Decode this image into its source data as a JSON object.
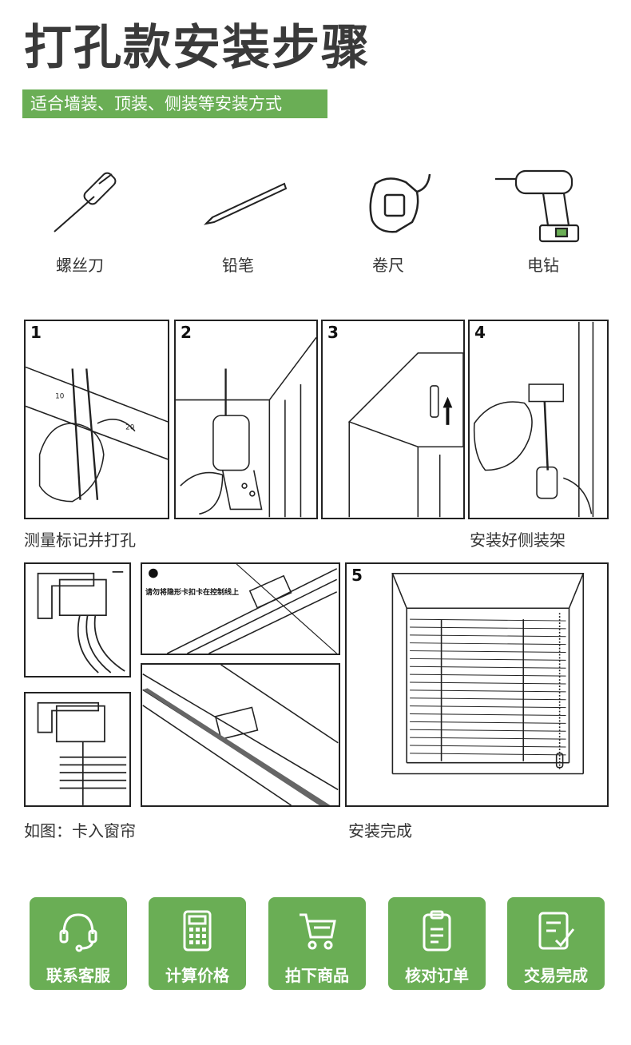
{
  "header": {
    "title": "打孔款安装步骤",
    "subtitle": "适合墙装、顶装、侧装等安装方式"
  },
  "tools": [
    {
      "label": "螺丝刀",
      "icon": "screwdriver-icon"
    },
    {
      "label": "铅笔",
      "icon": "pencil-icon"
    },
    {
      "label": "卷尺",
      "icon": "tape-measure-icon"
    },
    {
      "label": "电钻",
      "icon": "power-drill-icon"
    }
  ],
  "steps": {
    "s1": "1",
    "s2": "2",
    "s3": "3",
    "s4": "4",
    "s5": "5",
    "ruler_10": "10",
    "ruler_20": "20"
  },
  "captions": {
    "measure": "测量标记并打孔",
    "bracket": "安装好侧装架",
    "clip": "如图：卡入窗帘",
    "done": "安装完成"
  },
  "notice": "请勿将隐形卡扣卡在控制线上",
  "services": [
    {
      "label": "联系客服",
      "icon": "headset-icon"
    },
    {
      "label": "计算价格",
      "icon": "calculator-icon"
    },
    {
      "label": "拍下商品",
      "icon": "shopping-cart-icon"
    },
    {
      "label": "核对订单",
      "icon": "clipboard-icon"
    },
    {
      "label": "交易完成",
      "icon": "checklist-icon"
    }
  ],
  "colors": {
    "accent": "#6aae55",
    "line": "#222222"
  }
}
